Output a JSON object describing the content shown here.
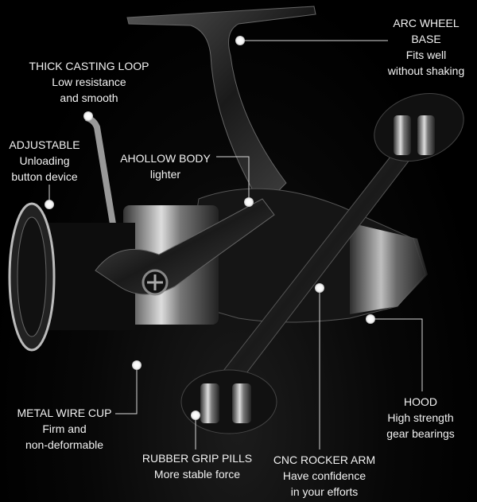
{
  "callouts": {
    "arc_wheel_base": {
      "title_line1": "ARC WHEEL",
      "title_line2": "BASE",
      "desc_line1": "Fits well",
      "desc_line2": "without shaking"
    },
    "thick_casting_loop": {
      "title": "THICK CASTING LOOP",
      "desc_line1": "Low resistance",
      "desc_line2": "and smooth"
    },
    "adjustable": {
      "title": "ADJUSTABLE",
      "desc_line1": "Unloading",
      "desc_line2": "button device"
    },
    "hollow_body": {
      "title": "AHOLLOW BODY",
      "desc_line1": "lighter"
    },
    "metal_wire_cup": {
      "title": "METAL WIRE CUP",
      "desc_line1": "Firm and",
      "desc_line2": "non-deformable"
    },
    "rubber_grip_pills": {
      "title": "RUBBER GRIP PILLS",
      "desc_line1": "More stable force"
    },
    "cnc_rocker_arm": {
      "title": "CNC ROCKER ARM",
      "desc_line1": "Have confidence",
      "desc_line2": "in your efforts"
    },
    "hood": {
      "title": "HOOD",
      "desc_line1": "High strength",
      "desc_line2": "gear bearings"
    }
  },
  "colors": {
    "background": "#000000",
    "text": "#f2f2f2",
    "leader": "#d8d8d8"
  }
}
